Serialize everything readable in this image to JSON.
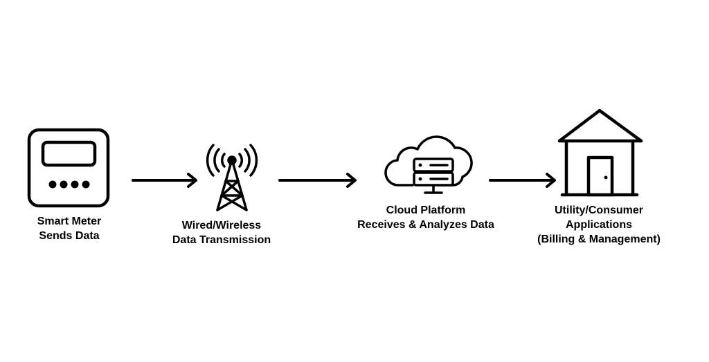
{
  "steps": [
    {
      "icon": "smart-meter-icon",
      "lines": [
        "Smart Meter",
        "Sends Data"
      ]
    },
    {
      "icon": "cell-tower-icon",
      "lines": [
        "Wired/Wireless",
        "Data Transmission"
      ]
    },
    {
      "icon": "cloud-server-icon",
      "lines": [
        "Cloud Platform",
        "Receives & Analyzes Data"
      ]
    },
    {
      "icon": "house-icon",
      "lines": [
        "Utility/Consumer",
        "Applications",
        "(Billing & Management)"
      ]
    }
  ],
  "colors": {
    "stroke": "#000000",
    "background": "#ffffff"
  }
}
